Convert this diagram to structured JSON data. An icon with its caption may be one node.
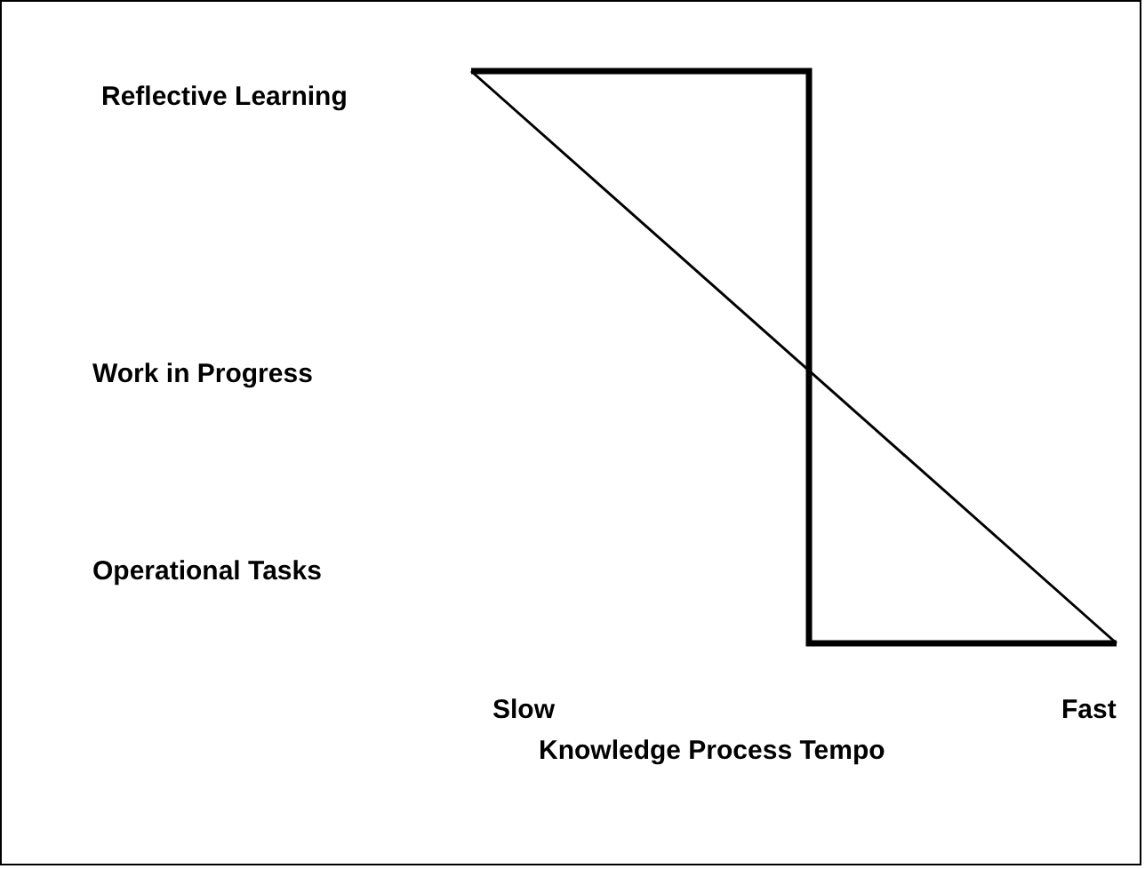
{
  "diagram": {
    "labels": [
      "Reflective Learning",
      "Work in Progress",
      "Operational Tasks",
      "Slow",
      "Fast",
      "Knowledge Process Tempo"
    ]
  }
}
